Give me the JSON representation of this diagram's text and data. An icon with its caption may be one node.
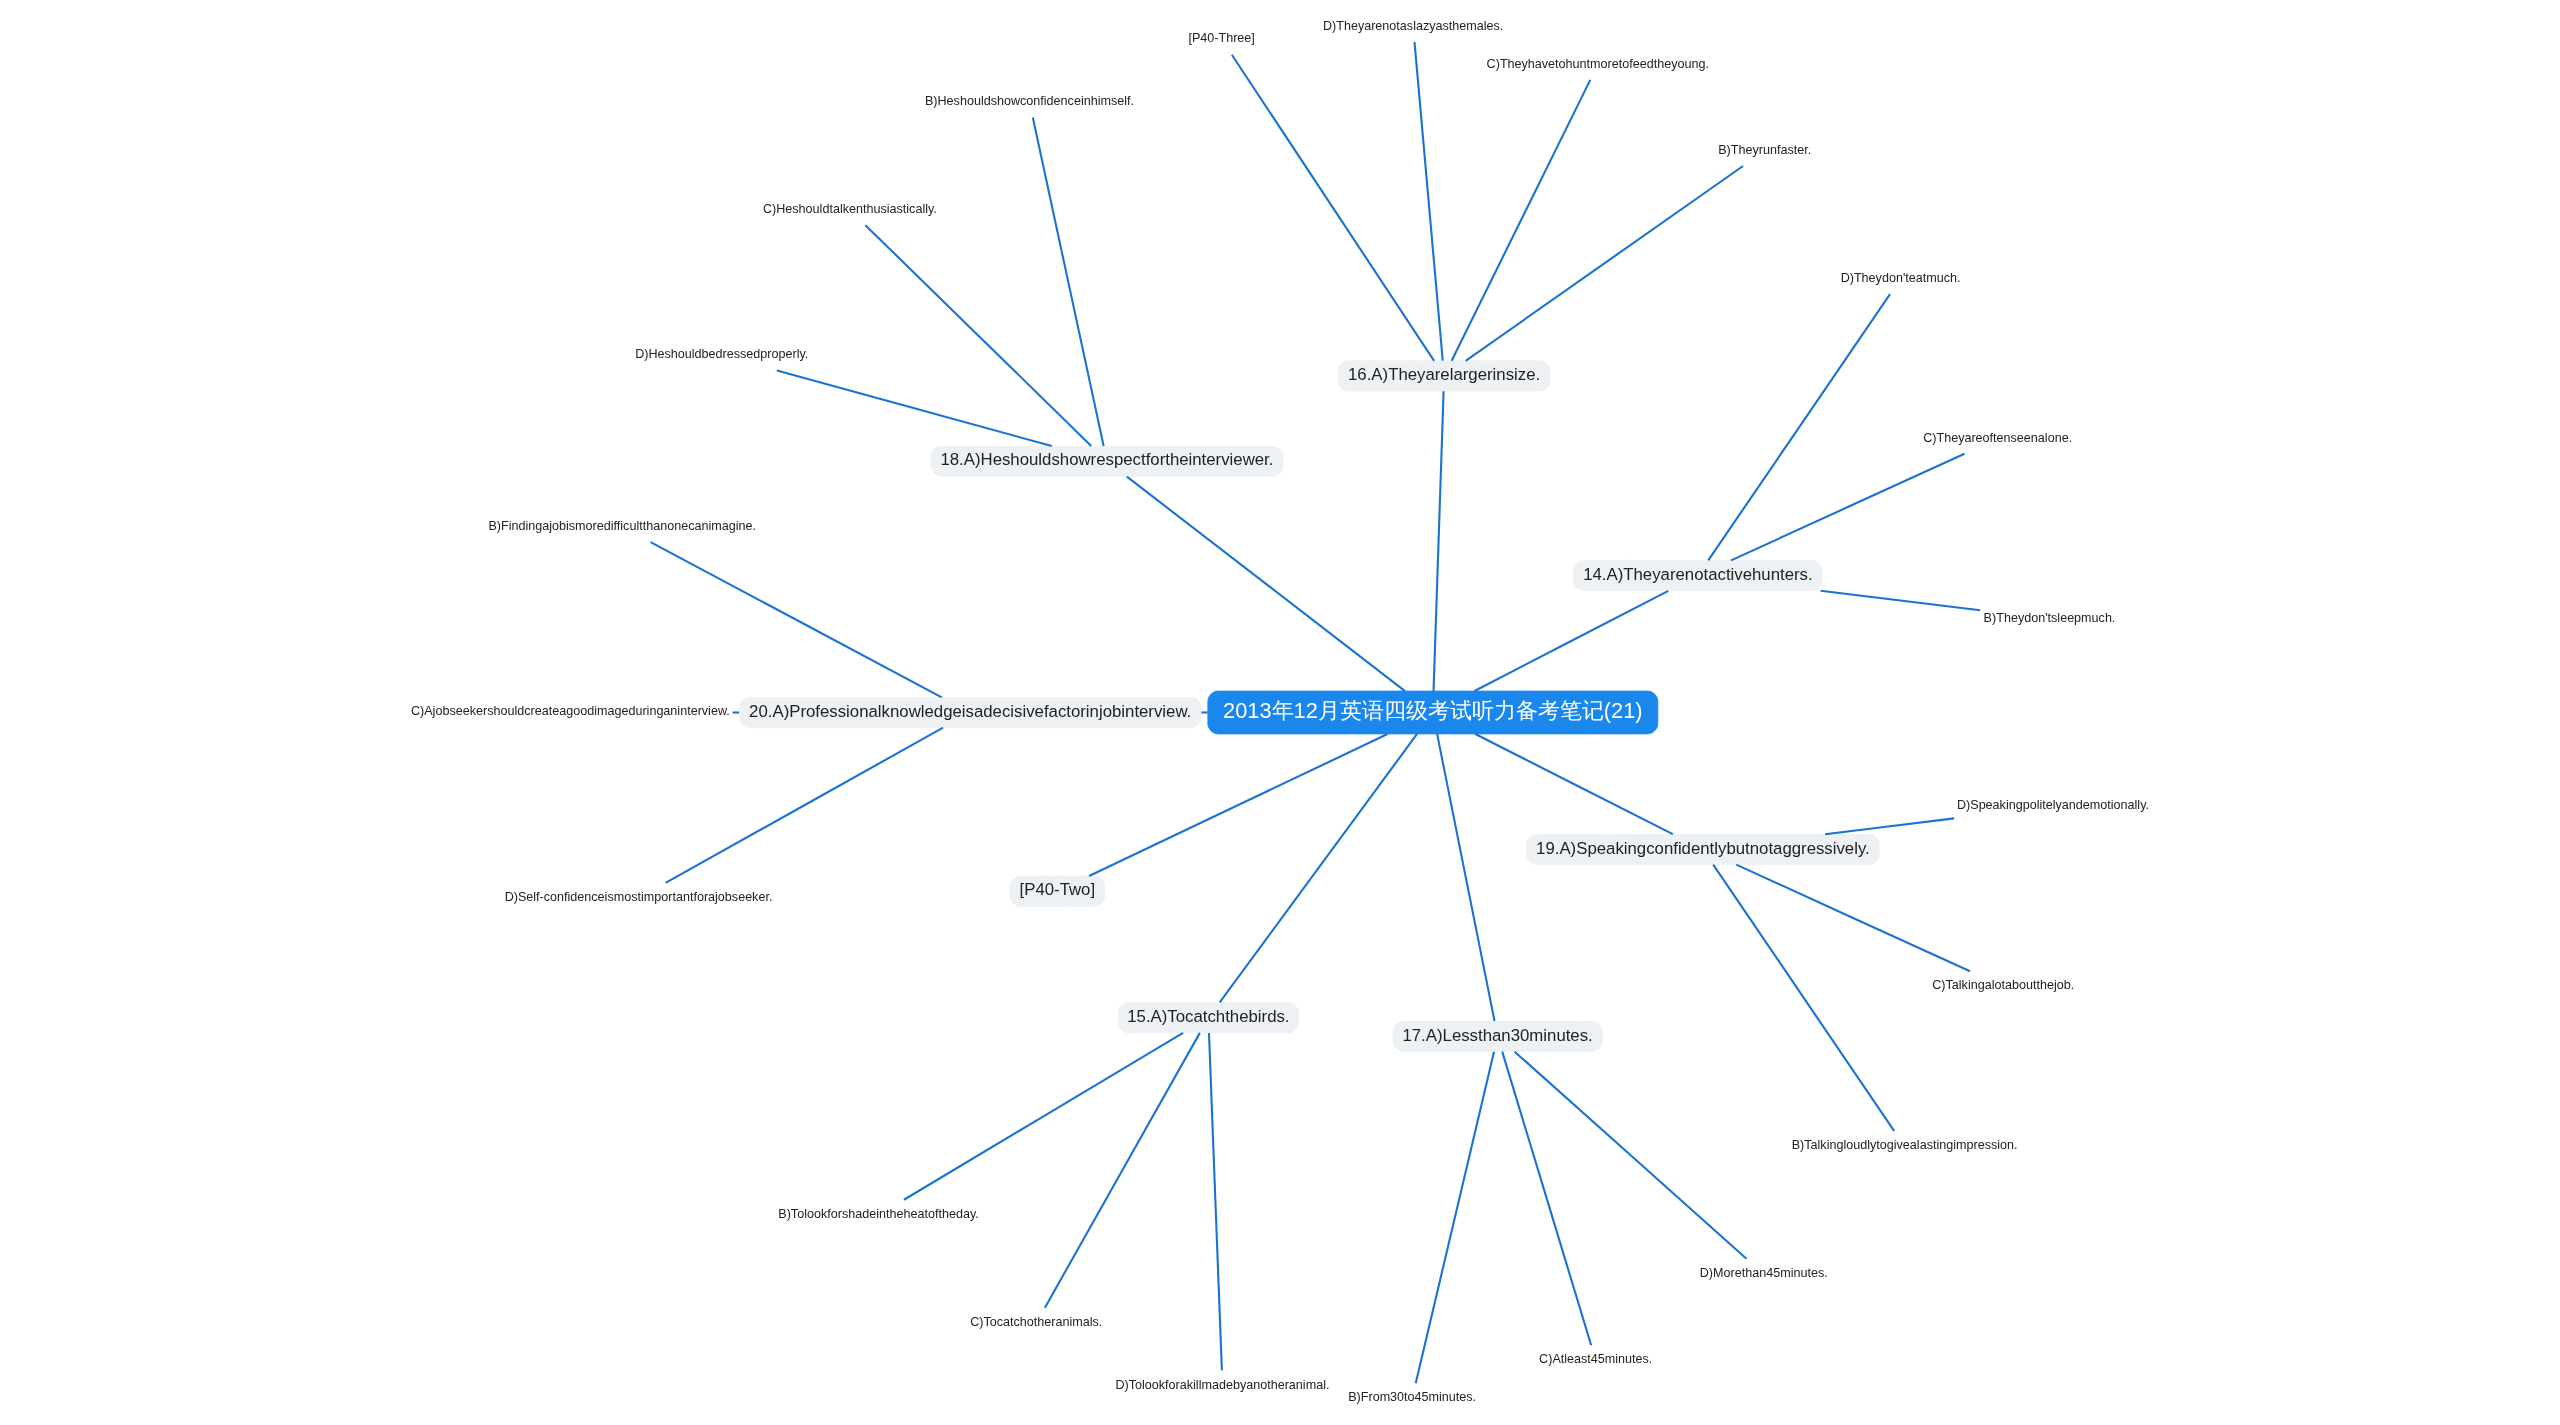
{
  "diagram": {
    "nodes": [
      {
        "text": [
          "2013年12月英语四级考试听力备考笔记(21)"
        ]
      },
      {
        "text": [
          "14.A)Theyarenotactivehunters."
        ]
      },
      {
        "text": [
          "B)Theydon'tsleepmuch."
        ]
      },
      {
        "text": [
          "C)Theyareoftenseenalone."
        ]
      },
      {
        "text": [
          "D)Theydon'teatmuch."
        ]
      },
      {
        "text": [
          "16.A)Theyarelargerinsize."
        ]
      },
      {
        "text": [
          "B)Theyrunfaster."
        ]
      },
      {
        "text": [
          "C)Theyhavetohuntmoretofeedtheyoung."
        ]
      },
      {
        "text": [
          "D)Theyarenotaslazyasthemales."
        ]
      },
      {
        "text": [
          "[P40-Three]"
        ]
      },
      {
        "text": [
          "18.A)Heshouldshowrespectfortheinterviewer."
        ]
      },
      {
        "text": [
          "B)Heshouldshowconfidenceinhimself."
        ]
      },
      {
        "text": [
          "C)Heshouldtalkenthusiastically."
        ]
      },
      {
        "text": [
          "D)Heshouldbedressedproperly."
        ]
      },
      {
        "text": [
          "20.A)Professionalknowledgeisadecisivefactorinjobinterview."
        ]
      },
      {
        "text": [
          "B)Findingajobismoredifficultthanonecanimagine."
        ]
      },
      {
        "text": [
          "C)Ajobseekershouldcreateagoodimageduringaninterview."
        ]
      },
      {
        "text": [
          "D)Self-confidenceismostimportantforajobseeker."
        ]
      },
      {
        "text": [
          "[P40-Two]"
        ]
      },
      {
        "text": [
          "15.A)Tocatchthebirds."
        ]
      },
      {
        "text": [
          "B)Tolookforshadeintheheatoftheday."
        ]
      },
      {
        "text": [
          "C)Tocatchotheranimals."
        ]
      },
      {
        "text": [
          "D)Tolookforakillmadebyanotheranimal."
        ]
      },
      {
        "text": [
          "17.A)Lessthan30minutes."
        ]
      },
      {
        "text": [
          "B)From30to45minutes."
        ]
      },
      {
        "text": [
          "C)Atleast45minutes."
        ]
      },
      {
        "text": [
          "D)Morethan45minutes."
        ]
      },
      {
        "text": [
          "19.A)Speakingconfidentlybutnotaggressively."
        ]
      },
      {
        "text": [
          "B)Talkingloudlytogivealastingimpression."
        ]
      },
      {
        "text": [
          "C)Talkingalotaboutthejob."
        ]
      },
      {
        "text": [
          "D)Speakingpolitelyandemotionally."
        ]
      }
    ],
    "edges": [
      {
        "from": 0,
        "to": 1,
        "arrow": "none"
      },
      {
        "from": 1,
        "to": 2,
        "arrow": "none"
      },
      {
        "from": 1,
        "to": 3,
        "arrow": "none"
      },
      {
        "from": 1,
        "to": 4,
        "arrow": "none"
      },
      {
        "from": 0,
        "to": 5,
        "arrow": "none"
      },
      {
        "from": 5,
        "to": 6,
        "arrow": "none"
      },
      {
        "from": 5,
        "to": 7,
        "arrow": "none"
      },
      {
        "from": 5,
        "to": 8,
        "arrow": "none"
      },
      {
        "from": 5,
        "to": 9,
        "arrow": "none"
      },
      {
        "from": 0,
        "to": 10,
        "arrow": "none"
      },
      {
        "from": 10,
        "to": 11,
        "arrow": "none"
      },
      {
        "from": 10,
        "to": 12,
        "arrow": "none"
      },
      {
        "from": 10,
        "to": 13,
        "arrow": "none"
      },
      {
        "from": 0,
        "to": 14,
        "arrow": "none"
      },
      {
        "from": 14,
        "to": 15,
        "arrow": "none"
      },
      {
        "from": 14,
        "to": 16,
        "arrow": "none"
      },
      {
        "from": 14,
        "to": 17,
        "arrow": "none"
      },
      {
        "from": 0,
        "to": 18,
        "arrow": "none"
      },
      {
        "from": 0,
        "to": 19,
        "arrow": "none"
      },
      {
        "from": 19,
        "to": 20,
        "arrow": "none"
      },
      {
        "from": 19,
        "to": 21,
        "arrow": "none"
      },
      {
        "from": 19,
        "to": 22,
        "arrow": "none"
      },
      {
        "from": 0,
        "to": 23,
        "arrow": "none"
      },
      {
        "from": 23,
        "to": 24,
        "arrow": "none"
      },
      {
        "from": 23,
        "to": 25,
        "arrow": "none"
      },
      {
        "from": 23,
        "to": 26,
        "arrow": "none"
      },
      {
        "from": 0,
        "to": 27,
        "arrow": "none"
      },
      {
        "from": 27,
        "to": 28,
        "arrow": "none"
      },
      {
        "from": 27,
        "to": 29,
        "arrow": "none"
      },
      {
        "from": 27,
        "to": 30,
        "arrow": "none"
      }
    ]
  }
}
